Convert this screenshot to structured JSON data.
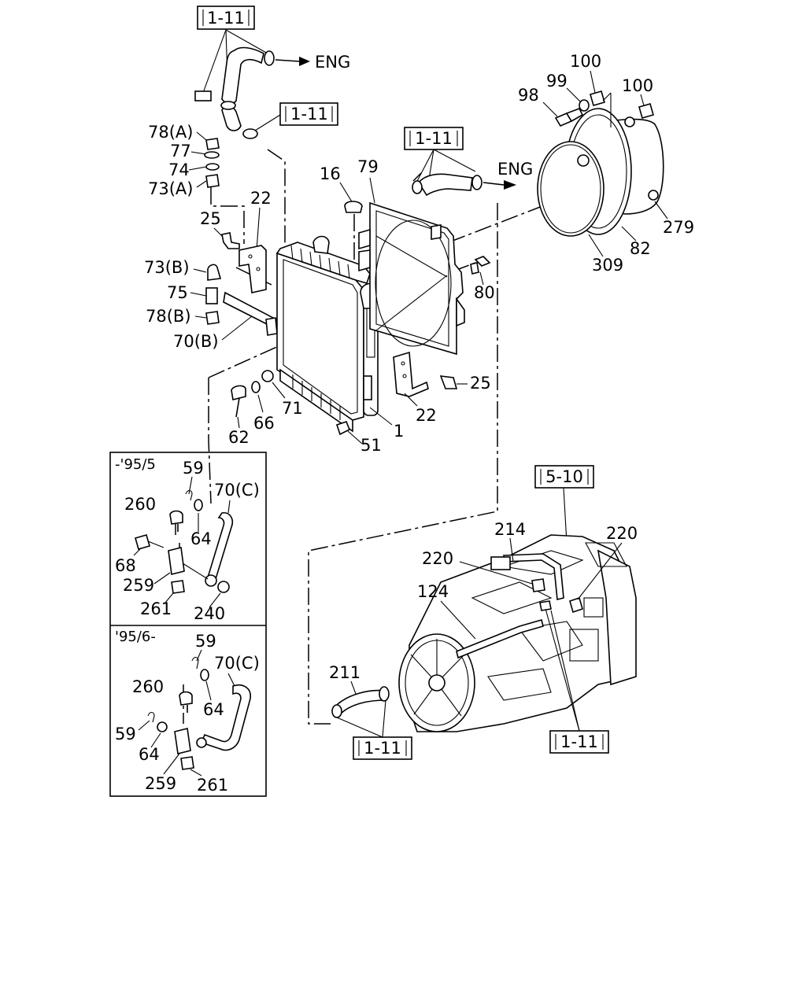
{
  "refs": {
    "ref_top": "1-11",
    "ref_hose_mid": "1-11",
    "ref_hose_right": "1-11",
    "ref_engine": "5-10",
    "ref_bottom_left": "1-11",
    "ref_bottom_right": "1-11"
  },
  "arrows": {
    "eng_top": "ENG",
    "eng_right": "ENG"
  },
  "callouts": {
    "c78a": "78(A)",
    "c77": "77",
    "c74": "74",
    "c73a": "73(A)",
    "c22_top": "22",
    "c25_left": "25",
    "c73b": "73(B)",
    "c75": "75",
    "c78b": "78(B)",
    "c70b": "70(B)",
    "c16": "16",
    "c79": "79",
    "c80": "80",
    "c98": "98",
    "c99": "99",
    "c100_a": "100",
    "c100_b": "100",
    "c279": "279",
    "c82": "82",
    "c309": "309",
    "c25_right": "25",
    "c22_bottom": "22",
    "c62": "62",
    "c66": "66",
    "c71": "71",
    "c1": "1",
    "c51": "51",
    "c214": "214",
    "c220_a": "220",
    "c220_b": "220",
    "c124": "124",
    "c211": "211"
  },
  "inset_early": {
    "label": "-'95/5",
    "c59": "59",
    "c70c": "70(C)",
    "c260": "260",
    "c64": "64",
    "c68": "68",
    "c259": "259",
    "c261": "261",
    "c240": "240"
  },
  "inset_late": {
    "label": "'95/6-",
    "c59_a": "59",
    "c70c": "70(C)",
    "c260": "260",
    "c64_a": "64",
    "c59_b": "59",
    "c64_b": "64",
    "c259": "259",
    "c261": "261"
  }
}
